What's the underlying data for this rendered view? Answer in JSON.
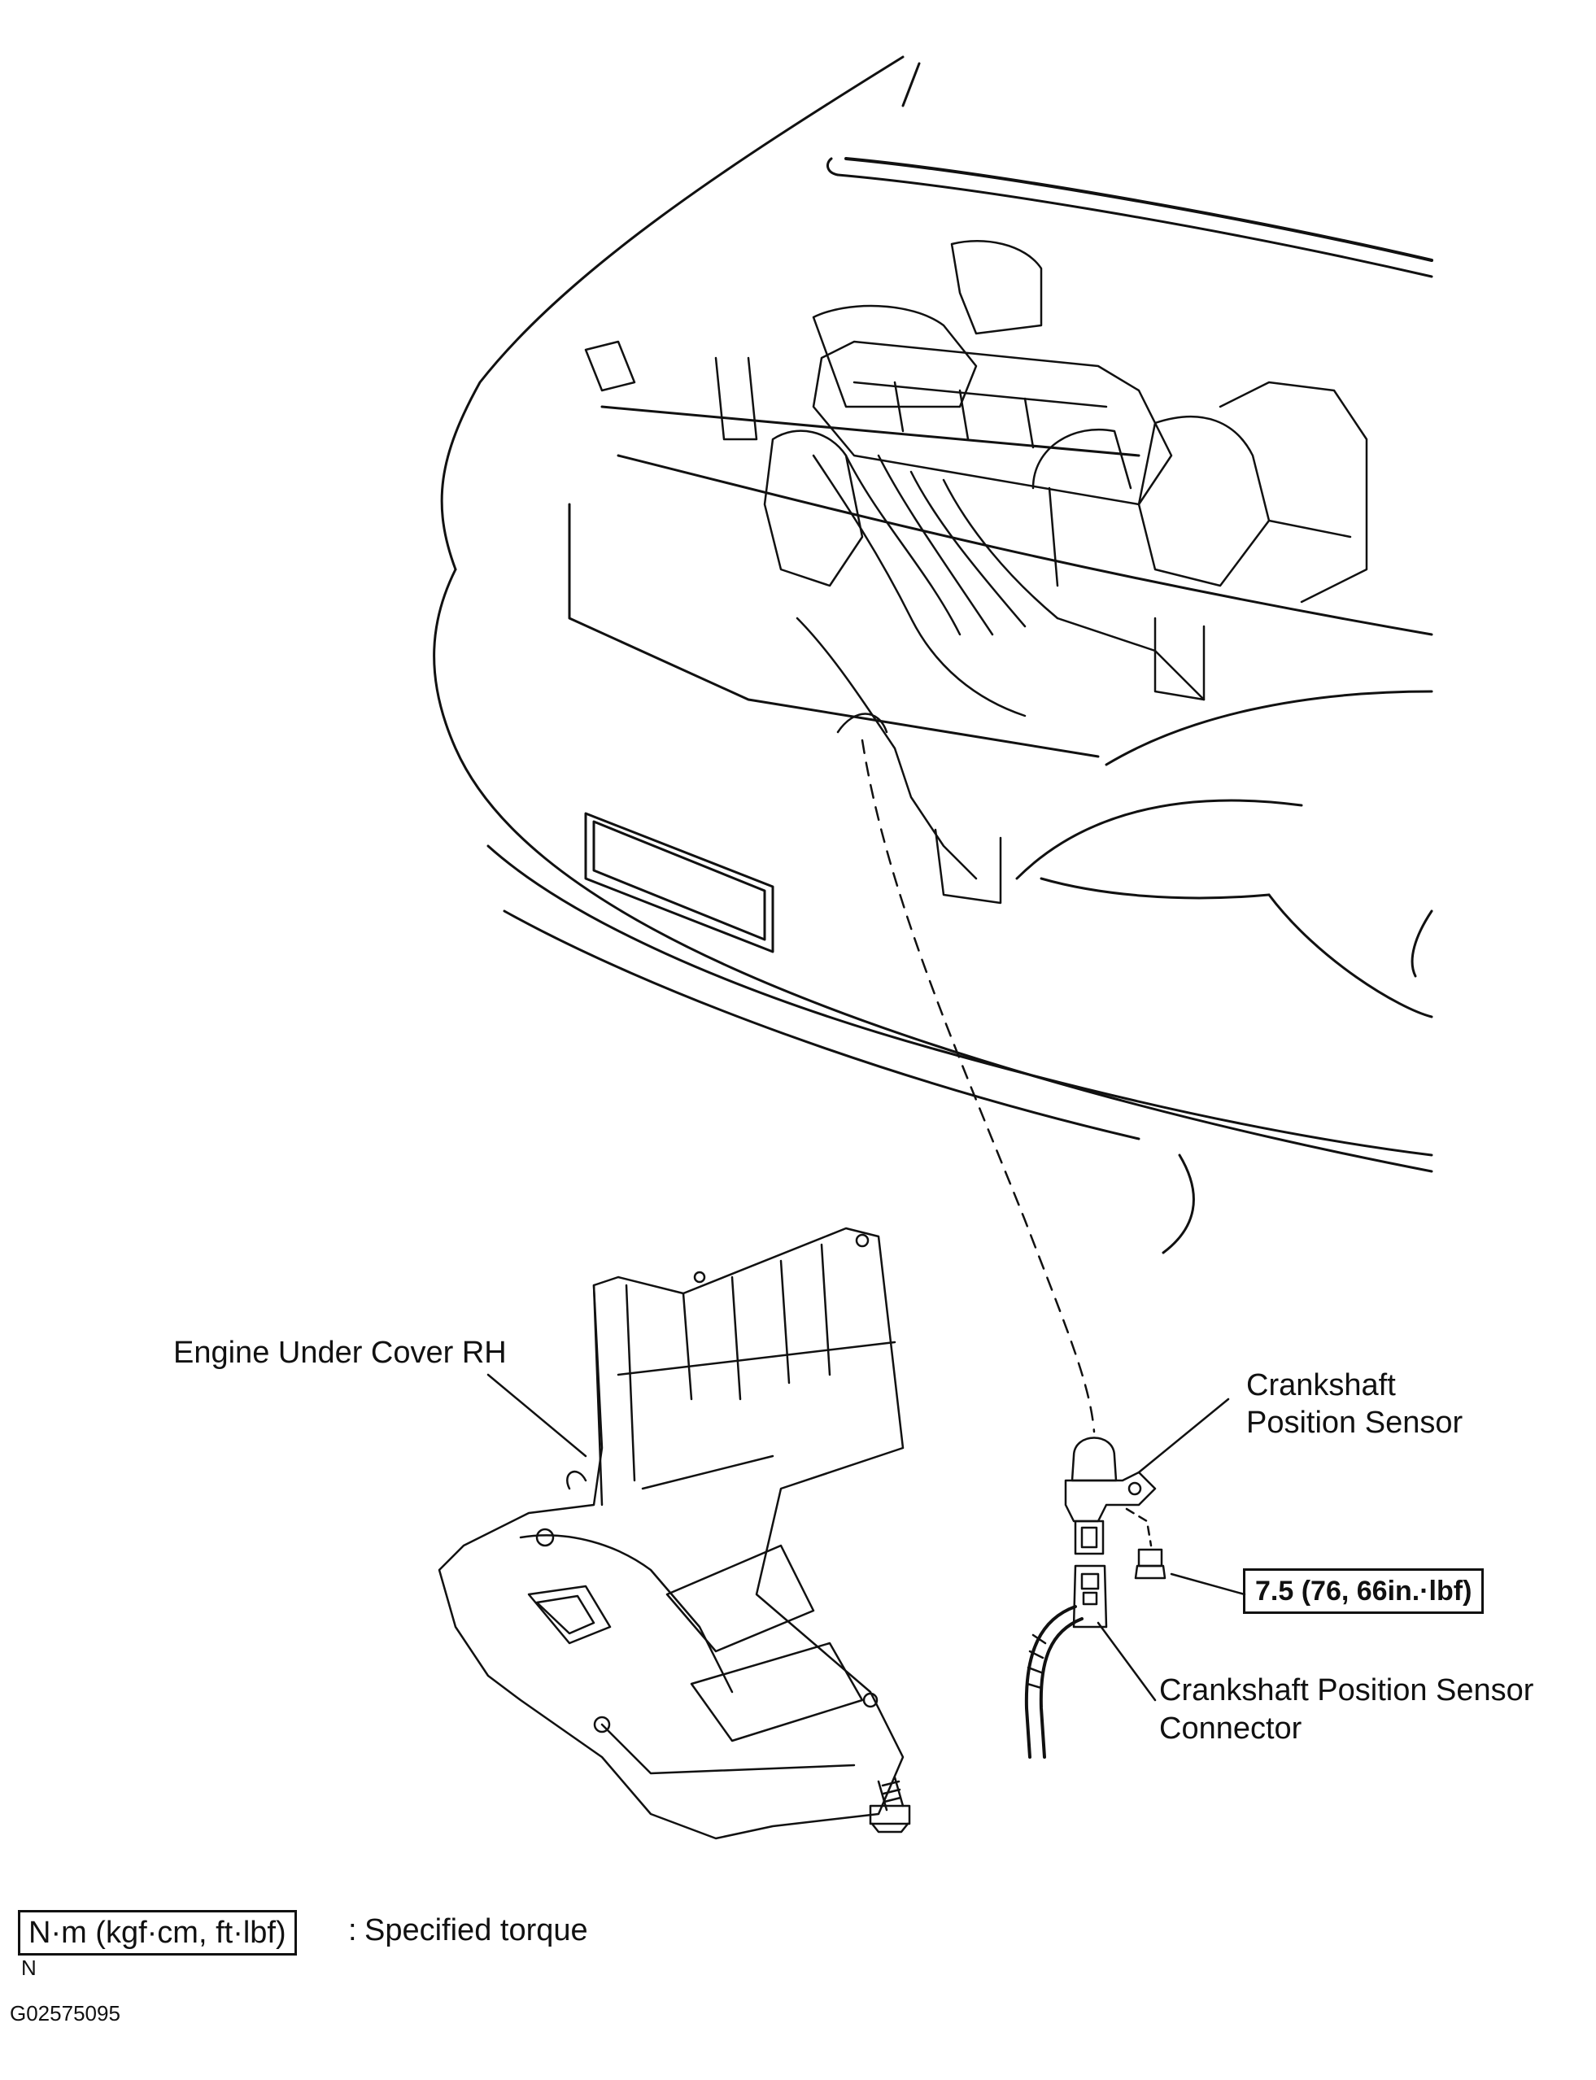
{
  "labels": {
    "under_cover": "Engine Under Cover RH",
    "sensor_line1": "Crankshaft",
    "sensor_line2": "Position Sensor",
    "connector_line1": "Crankshaft Position Sensor",
    "connector_line2": "Connector"
  },
  "torque": {
    "value": "7.5 (76, 66in.·lbf)"
  },
  "legend": {
    "box_text": "N·m (kgf·cm, ft·lbf)",
    "separator": ":",
    "description": "Specified torque",
    "sub_text": "N"
  },
  "figure_id": "G02575095",
  "colors": {
    "ink": "#111111",
    "background": "#ffffff"
  }
}
